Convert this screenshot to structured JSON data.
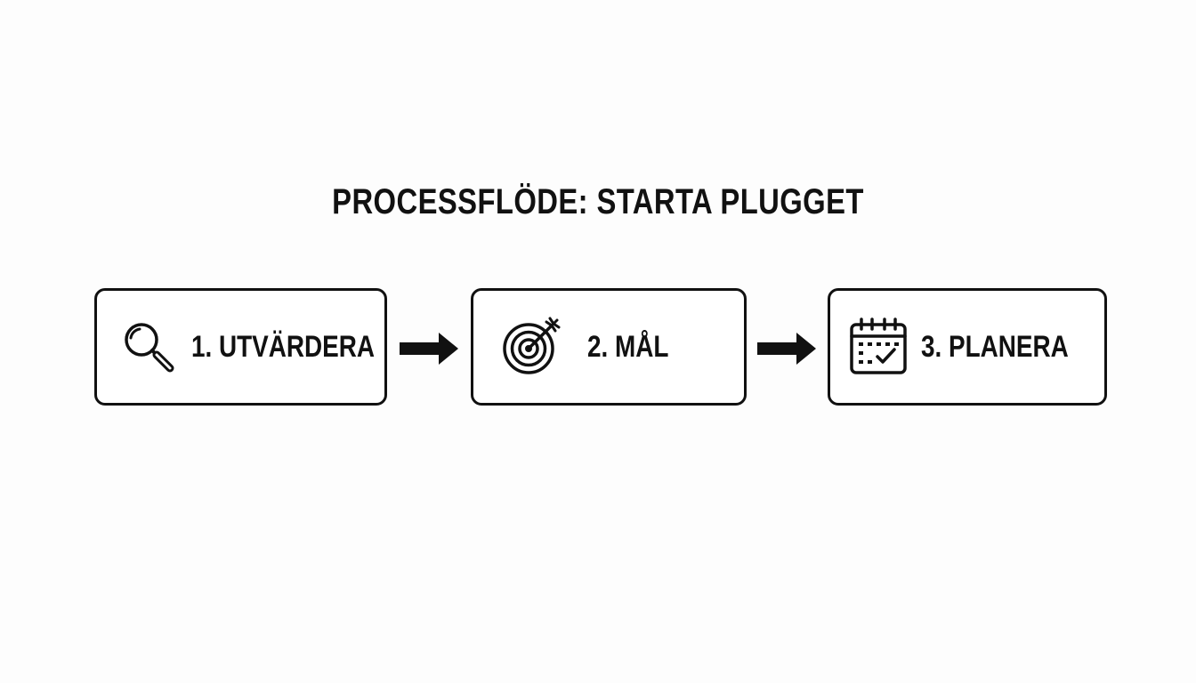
{
  "title": "PROCESSFLÖDE: STARTA PLUGGET",
  "steps": [
    {
      "label": "1. UTVÄRDERA",
      "icon": "magnifying-glass-icon"
    },
    {
      "label": "2. MÅL",
      "icon": "target-arrow-icon"
    },
    {
      "label": "3. PLANERA",
      "icon": "calendar-check-icon"
    }
  ],
  "colors": {
    "background": "#fdfdfd",
    "stroke": "#111111",
    "box_fill": "#ffffff"
  }
}
